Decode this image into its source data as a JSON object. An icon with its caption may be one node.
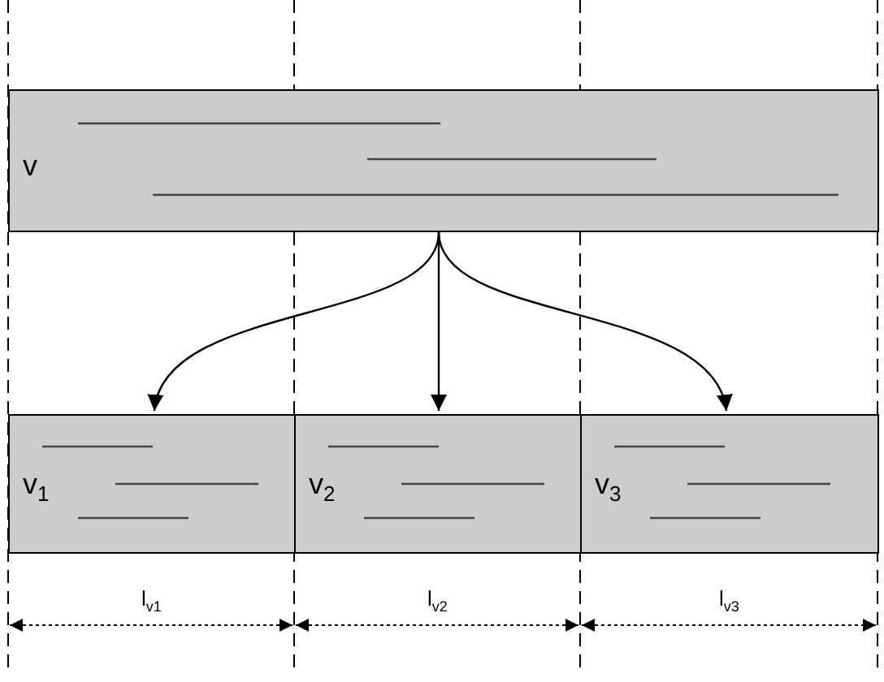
{
  "diagram": {
    "nodes": [
      {
        "text": [
          "v"
        ]
      },
      {
        "text": [
          "v$_{1}$"
        ]
      },
      {
        "text": [
          "v$_{2}$"
        ]
      },
      {
        "text": [
          "v$_{3}$"
        ]
      }
    ],
    "edges": [
      {
        "from": 0,
        "to": 1,
        "arrow": "to"
      },
      {
        "from": 0,
        "to": 2,
        "arrow": "to"
      },
      {
        "from": 0,
        "to": 3,
        "arrow": "to"
      }
    ],
    "labels": [
      "l$_{v1}$",
      "l$_{v2}$",
      "l$_{v3}$"
    ]
  }
}
